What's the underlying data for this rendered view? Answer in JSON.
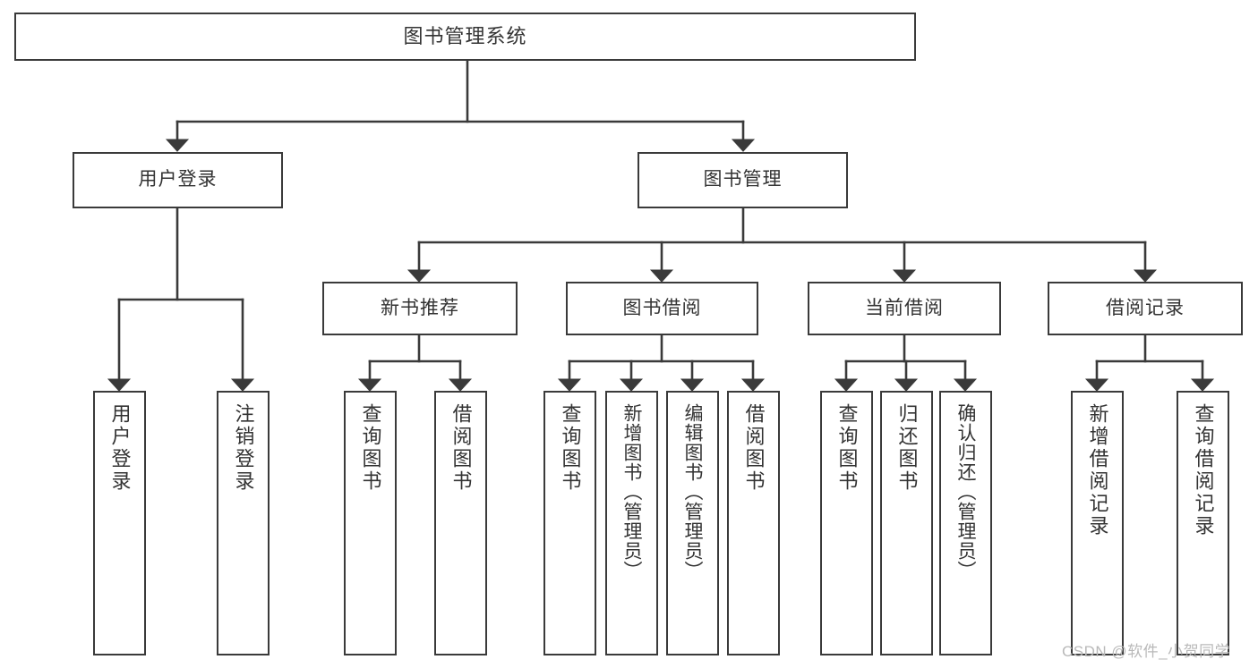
{
  "diagram": {
    "title": "图书管理系统",
    "type": "tree-hierarchy-chart",
    "watermark": "CSDN @软件_小贺同学",
    "colors": {
      "stroke": "#3a3a3a",
      "fill": "#ffffff",
      "text": "#333333",
      "watermark": "#b9b9b9"
    },
    "root": {
      "label": "图书管理系统"
    },
    "level1": [
      {
        "id": "user-login",
        "label": "用户登录"
      },
      {
        "id": "book-manage",
        "label": "图书管理"
      }
    ],
    "level2": [
      {
        "id": "new-book-recommend",
        "label": "新书推荐"
      },
      {
        "id": "book-borrow",
        "label": "图书借阅"
      },
      {
        "id": "current-borrow",
        "label": "当前借阅"
      },
      {
        "id": "borrow-record",
        "label": "借阅记录"
      }
    ],
    "leaves": {
      "user_login": [
        {
          "id": "leaf-user-login",
          "label": "用户登录"
        },
        {
          "id": "leaf-logout-login",
          "label": "注销登录"
        }
      ],
      "new_book_recommend": [
        {
          "id": "leaf-query-book-1",
          "label": "查询图书"
        },
        {
          "id": "leaf-borrow-book-1",
          "label": "借阅图书"
        }
      ],
      "book_borrow": [
        {
          "id": "leaf-query-book-2",
          "label": "查询图书"
        },
        {
          "id": "leaf-add-book",
          "label": "新增图书（管理员）"
        },
        {
          "id": "leaf-edit-book",
          "label": "编辑图书（管理员）"
        },
        {
          "id": "leaf-borrow-book-2",
          "label": "借阅图书"
        }
      ],
      "current_borrow": [
        {
          "id": "leaf-query-book-3",
          "label": "查询图书"
        },
        {
          "id": "leaf-return-book",
          "label": "归还图书"
        },
        {
          "id": "leaf-confirm-return",
          "label": "确认归还（管理员）"
        }
      ],
      "borrow_record": [
        {
          "id": "leaf-add-record",
          "label": "新增借阅记录"
        },
        {
          "id": "leaf-query-record",
          "label": "查询借阅记录"
        }
      ]
    }
  }
}
